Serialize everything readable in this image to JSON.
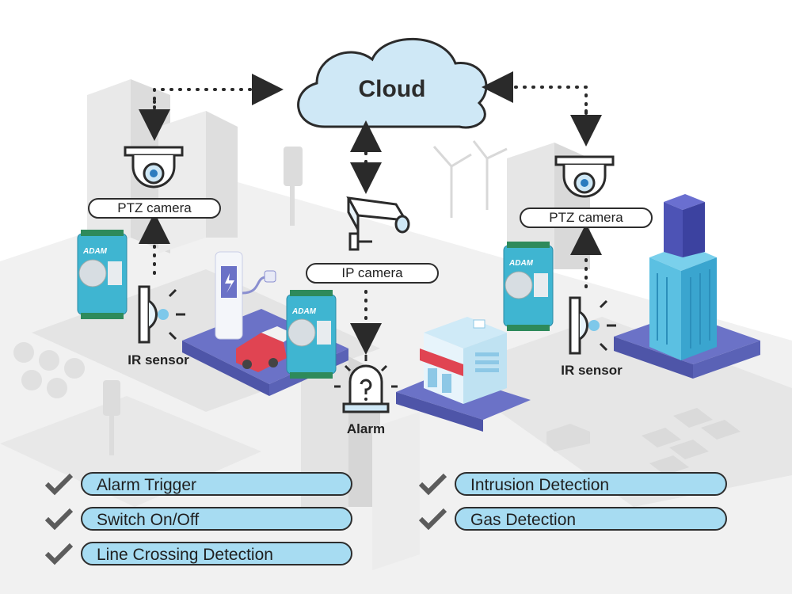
{
  "cloud": {
    "label": "Cloud"
  },
  "devices": {
    "ptz_camera_left": "PTZ camera",
    "ptz_camera_right": "PTZ camera",
    "ip_camera": "IP camera",
    "ir_sensor_left": "IR sensor",
    "ir_sensor_right": "IR sensor",
    "alarm": "Alarm",
    "module_brand": "ADAM"
  },
  "features": {
    "left": [
      "Alarm Trigger",
      "Switch On/Off",
      "Line Crossing Detection"
    ],
    "right": [
      "Intrusion Detection",
      "Gas Detection"
    ]
  },
  "colors": {
    "pill_fill": "#a7dcf2",
    "cloud_fill": "#cfe8f6",
    "platform_blue": "#6b72c7",
    "module_teal": "#3fb5d1",
    "check_gray": "#5c5c5c"
  }
}
